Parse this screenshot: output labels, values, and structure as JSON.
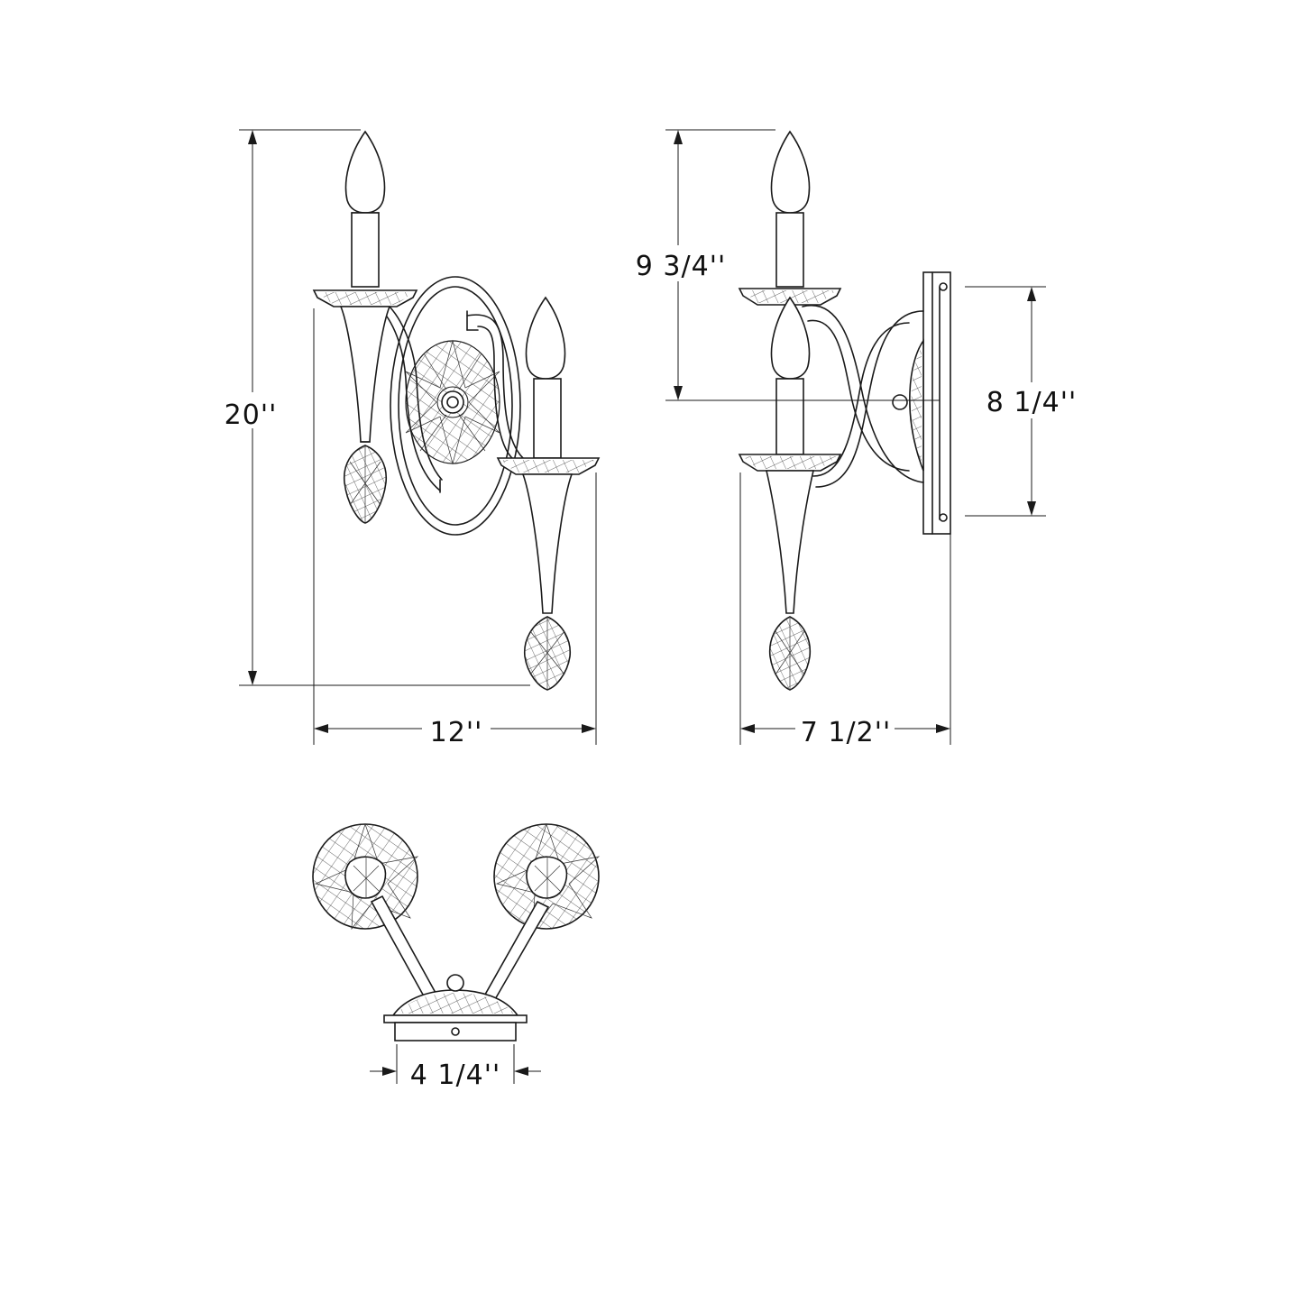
{
  "colors": {
    "line": "#1a1a1a",
    "background": "#ffffff"
  },
  "dimensions": {
    "height": "20''",
    "width": "12''",
    "extension": "7 1/2''",
    "center_height": "9 3/4''",
    "backplate_height": "8 1/4''",
    "backplate_width": "4 1/4''"
  }
}
